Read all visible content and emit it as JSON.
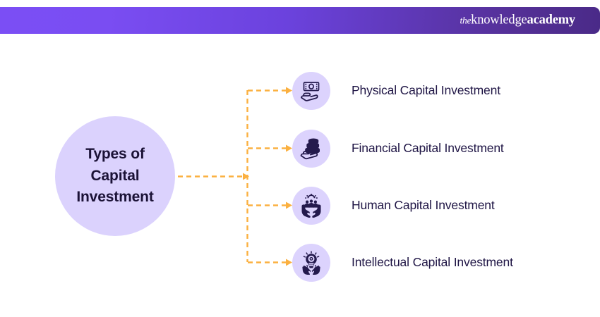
{
  "header": {
    "logo": {
      "prefix": "the",
      "word1": "knowledge",
      "word2": "academy",
      "full_text": "theknowledgeacademy"
    },
    "gradient_from": "#7b4ef5",
    "gradient_to": "#4a2a88"
  },
  "hub": {
    "title": "Types of Capital Investment",
    "line1": "Types of",
    "line2": "Capital",
    "line3": "Investment",
    "fill_color": "#dbd2fd",
    "text_color": "#1b1236"
  },
  "connectors": {
    "color": "#fbb040",
    "style": "dashed",
    "arrowheads": 5
  },
  "branches": [
    {
      "label": "Physical Capital Investment",
      "icon": "hand-holding-banknote-icon",
      "bubble_color": "#dcd3fd",
      "icon_color": "#241a4d"
    },
    {
      "label": "Financial Capital Investment",
      "icon": "hand-holding-coin-stack-icon",
      "bubble_color": "#dcd3fd",
      "icon_color": "#241a4d"
    },
    {
      "label": "Human Capital Investment",
      "icon": "hands-holding-people-gear-icon",
      "bubble_color": "#dcd3fd",
      "icon_color": "#241a4d"
    },
    {
      "label": "Intellectual Capital Investment",
      "icon": "lightbulb-gear-hands-icon",
      "bubble_color": "#dcd3fd",
      "icon_color": "#241a4d"
    }
  ]
}
